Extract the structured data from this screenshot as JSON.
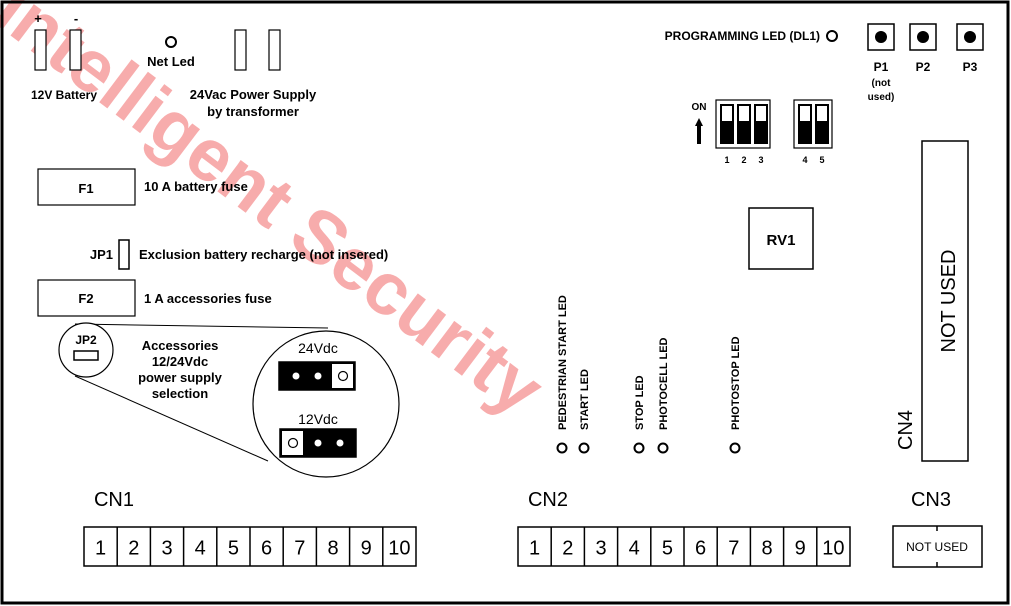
{
  "battery": {
    "plus": "+",
    "minus": "-",
    "label": "12V Battery"
  },
  "net_led": {
    "label": "Net Led"
  },
  "power_supply": {
    "line1": "24Vac Power Supply",
    "line2": "by transformer"
  },
  "programming_led": {
    "label": "PROGRAMMING LED (DL1)"
  },
  "buttons": [
    {
      "label": "P1",
      "note1": "(not",
      "note2": "used)"
    },
    {
      "label": "P2"
    },
    {
      "label": "P3"
    }
  ],
  "dip": {
    "on_label": "ON",
    "group_a": [
      "1",
      "2",
      "3"
    ],
    "group_b": [
      "4",
      "5"
    ]
  },
  "fuse1": {
    "tag": "F1",
    "desc": "10 A battery fuse"
  },
  "jp1": {
    "tag": "JP1",
    "desc": "Exclusion battery recharge (not insered)"
  },
  "fuse2": {
    "tag": "F2",
    "desc": "1 A accessories fuse"
  },
  "jp2": {
    "tag": "JP2",
    "desc_lines": [
      "Accessories",
      "12/24Vdc",
      "power supply",
      "selection"
    ]
  },
  "jumper_detail": {
    "v24": "24Vdc",
    "v12": "12Vdc"
  },
  "rv1": {
    "label": "RV1"
  },
  "leds": [
    "PEDESTRIAN START LED",
    "START LED",
    "STOP LED",
    "PHOTOCELL LED",
    "PHOTOSTOP LED"
  ],
  "cn4": {
    "label": "CN4",
    "panel": "NOT USED"
  },
  "cn1": {
    "label": "CN1",
    "terminals": [
      "1",
      "2",
      "3",
      "4",
      "5",
      "6",
      "7",
      "8",
      "9",
      "10"
    ]
  },
  "cn2": {
    "label": "CN2",
    "terminals": [
      "1",
      "2",
      "3",
      "4",
      "5",
      "6",
      "7",
      "8",
      "9",
      "10"
    ]
  },
  "cn3": {
    "label": "CN3",
    "panel": "NOT USED"
  },
  "watermark": {
    "text": "Intelligent Security"
  }
}
